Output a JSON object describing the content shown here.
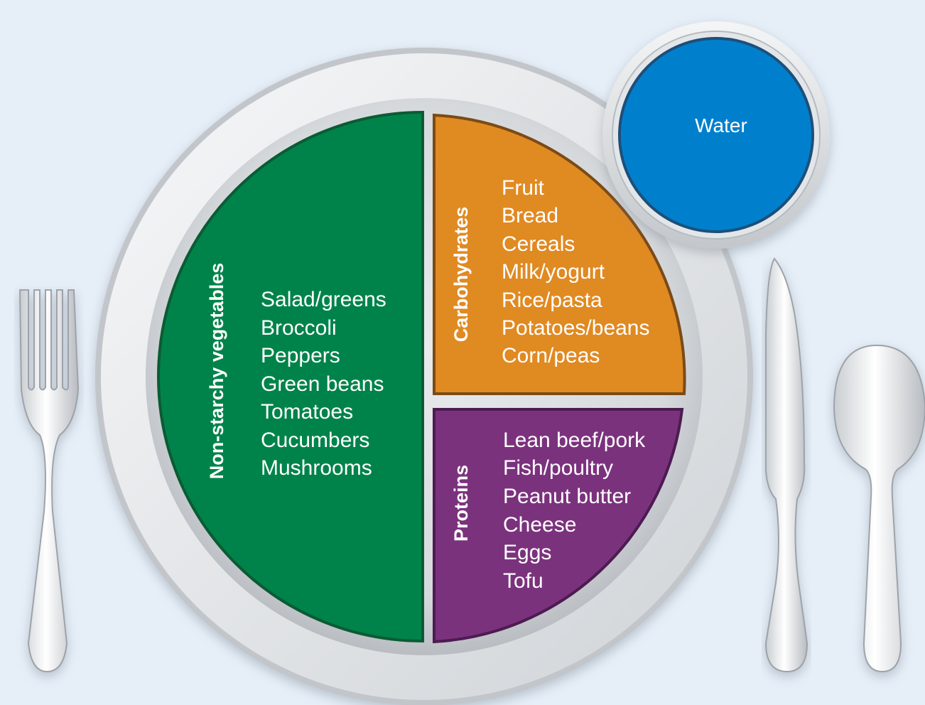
{
  "colors": {
    "background": "#e6eff8",
    "vegetables": "#00834a",
    "carbohydrates": "#e08a22",
    "proteins": "#7b327d",
    "water": "#0080cc",
    "plate": "#dcdfe2"
  },
  "sections": {
    "vegetables": {
      "label": "Non-starchy vegetables",
      "items": [
        "Salad/greens",
        "Broccoli",
        "Peppers",
        "Green beans",
        "Tomatoes",
        "Cucumbers",
        "Mushrooms"
      ]
    },
    "carbohydrates": {
      "label": "Carbohydrates",
      "items": [
        "Fruit",
        "Bread",
        "Cereals",
        "Milk/yogurt",
        "Rice/pasta",
        "Potatoes/beans",
        "Corn/peas"
      ]
    },
    "proteins": {
      "label": "Proteins",
      "items": [
        "Lean beef/pork",
        "Fish/poultry",
        "Peanut butter",
        "Cheese",
        "Eggs",
        "Tofu"
      ]
    }
  },
  "water": {
    "label": "Water"
  },
  "icons": [
    "plate-icon",
    "fork-icon",
    "knife-icon",
    "spoon-icon",
    "water-glass-icon"
  ]
}
